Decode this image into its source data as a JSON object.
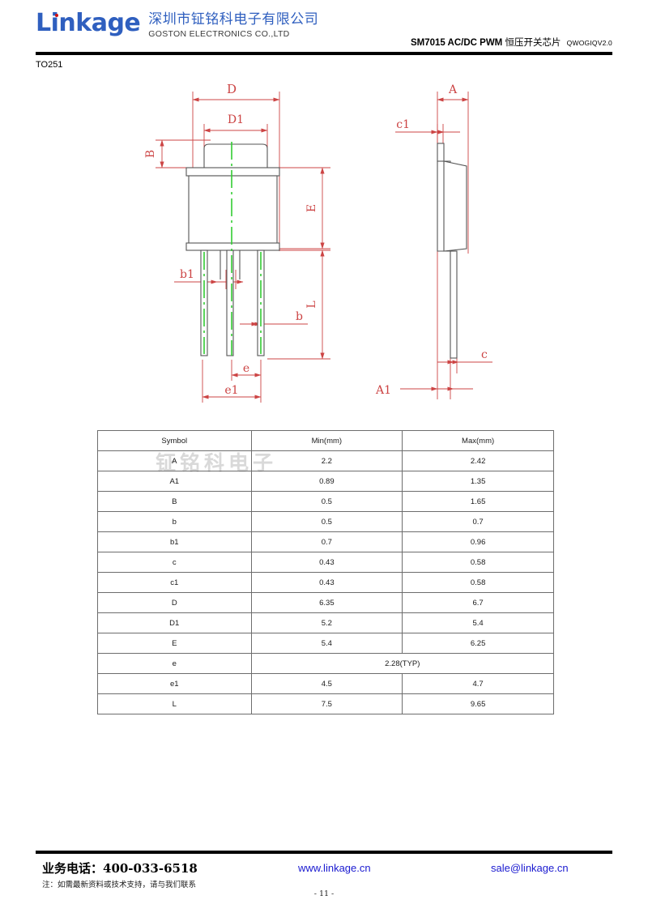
{
  "header": {
    "logo_wordmark": "Linkage",
    "company_cn": "深圳市钲铭科电子有限公司",
    "company_en": "GOSTON ELECTRONICS CO.,LTD",
    "title_main": "SM7015 AC/DC PWM",
    "title_cn": "恒压开关芯片",
    "title_rev": "QWOGIQV2.0",
    "accent_blue": "#2f5fbf"
  },
  "package_label": "TO251",
  "watermark": "钲铭科电子",
  "drawing": {
    "dimension_color": "#cc4444",
    "outline_color": "#555555",
    "centerline_color": "#33cc33",
    "labels": {
      "D": "D",
      "D1": "D1",
      "B": "B",
      "E": "E",
      "L": "L",
      "b": "b",
      "b1": "b1",
      "e": "e",
      "e1": "e1",
      "A": "A",
      "A1": "A1",
      "c": "c",
      "c1": "c1"
    }
  },
  "table": {
    "columns": [
      "Symbol",
      "Min(mm)",
      "Max(mm)"
    ],
    "rows": [
      {
        "symbol": "A",
        "min": "2.2",
        "max": "2.42"
      },
      {
        "symbol": "A1",
        "min": "0.89",
        "max": "1.35"
      },
      {
        "symbol": "B",
        "min": "0.5",
        "max": "1.65"
      },
      {
        "symbol": "b",
        "min": "0.5",
        "max": "0.7"
      },
      {
        "symbol": "b1",
        "min": "0.7",
        "max": "0.96"
      },
      {
        "symbol": "c",
        "min": "0.43",
        "max": "0.58"
      },
      {
        "symbol": "c1",
        "min": "0.43",
        "max": "0.58"
      },
      {
        "symbol": "D",
        "min": "6.35",
        "max": "6.7"
      },
      {
        "symbol": "D1",
        "min": "5.2",
        "max": "5.4"
      },
      {
        "symbol": "E",
        "min": "5.4",
        "max": "6.25"
      },
      {
        "symbol": "e",
        "span": "2.28(TYP)"
      },
      {
        "symbol": "e1",
        "min": "4.5",
        "max": "4.7"
      },
      {
        "symbol": "L",
        "min": "7.5",
        "max": "9.65"
      }
    ]
  },
  "footer": {
    "phone": "业务电话：400-033-6518",
    "note": "注：如需最新资料或技术支持，请与我们联系",
    "website": "www.linkage.cn",
    "email": "sale@linkage.cn",
    "page_number": "- 11 -",
    "link_color": "#1a1ad0"
  }
}
